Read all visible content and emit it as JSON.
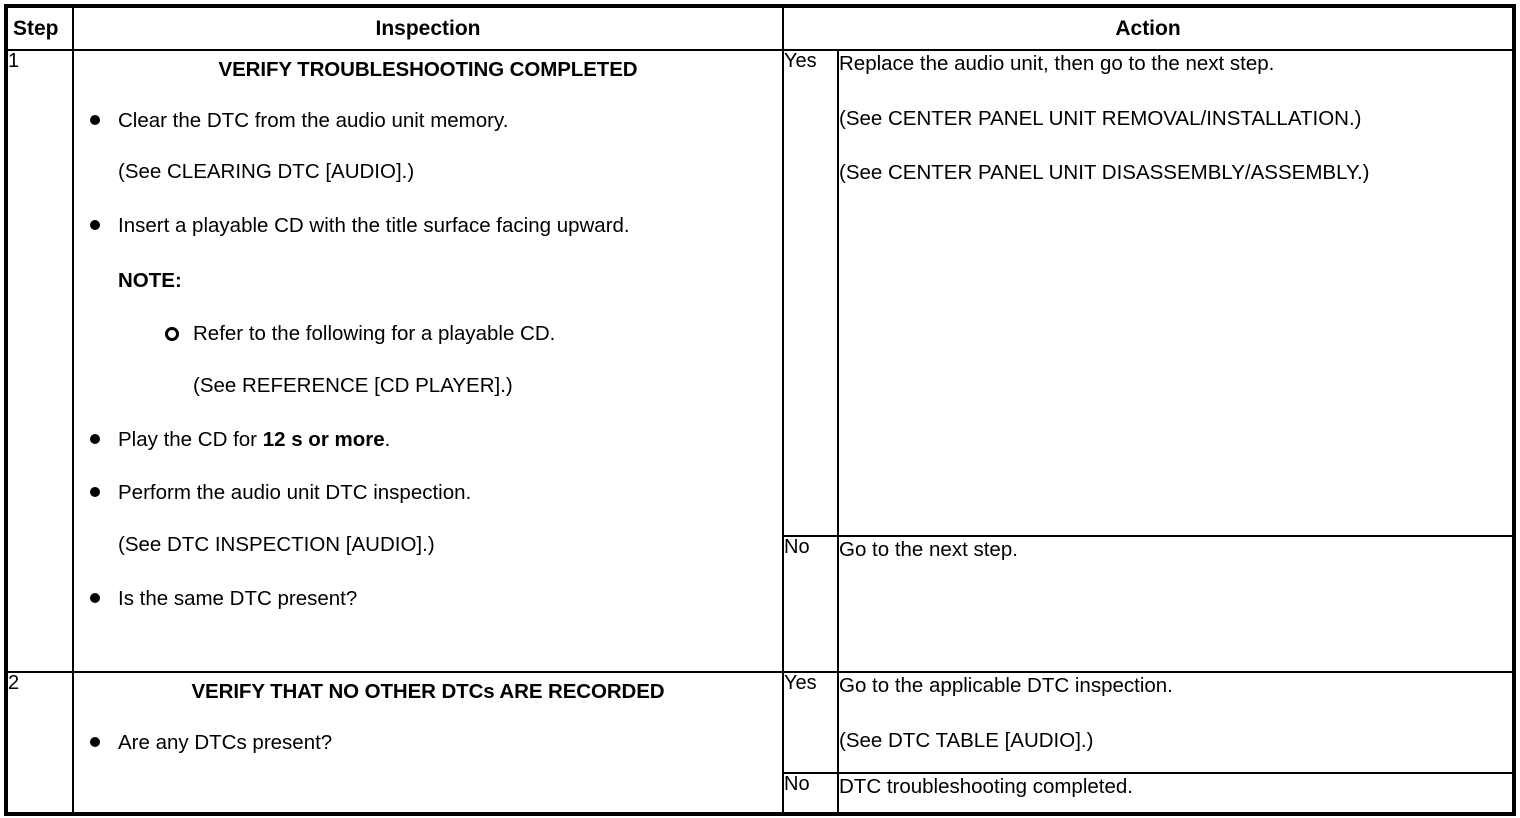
{
  "table": {
    "headers": {
      "step": "Step",
      "inspection": "Inspection",
      "action": "Action"
    },
    "rows": [
      {
        "step": "1",
        "inspection": {
          "title": "VERIFY TROUBLESHOOTING COMPLETED",
          "items": [
            {
              "kind": "bullet",
              "text": "Clear the DTC from the audio unit memory."
            },
            {
              "kind": "cont",
              "text": "(See CLEARING DTC [AUDIO].)"
            },
            {
              "kind": "bullet",
              "text": "Insert a playable CD with the title surface facing upward."
            },
            {
              "kind": "note",
              "text": "NOTE:"
            },
            {
              "kind": "sub",
              "text": "Refer to the following for a playable CD."
            },
            {
              "kind": "subcont",
              "text": "(See REFERENCE [CD PLAYER].)"
            },
            {
              "kind": "bullet",
              "text_before": "Play the CD for ",
              "bold": "12 s or more",
              "text_after": "."
            },
            {
              "kind": "bullet",
              "text": "Perform the audio unit DTC inspection."
            },
            {
              "kind": "cont",
              "text": "(See DTC INSPECTION [AUDIO].)"
            },
            {
              "kind": "bullet",
              "text": "Is the same DTC present?"
            }
          ]
        },
        "branches": [
          {
            "answer": "Yes",
            "lines": [
              "Replace the audio unit, then go to the next step.",
              "(See CENTER PANEL UNIT REMOVAL/INSTALLATION.)",
              "(See CENTER PANEL UNIT DISASSEMBLY/ASSEMBLY.)"
            ]
          },
          {
            "answer": "No",
            "lines": [
              "Go to the next step."
            ]
          }
        ]
      },
      {
        "step": "2",
        "inspection": {
          "title": "VERIFY THAT NO OTHER DTCs ARE RECORDED",
          "items": [
            {
              "kind": "bullet",
              "text": "Are any DTCs present?"
            }
          ]
        },
        "branches": [
          {
            "answer": "Yes",
            "lines": [
              "Go to the applicable DTC inspection.",
              "(See DTC TABLE [AUDIO].)"
            ]
          },
          {
            "answer": "No",
            "lines": [
              "DTC troubleshooting completed."
            ]
          }
        ]
      }
    ]
  },
  "colors": {
    "border": "#000000",
    "text": "#000000",
    "background": "#ffffff"
  }
}
